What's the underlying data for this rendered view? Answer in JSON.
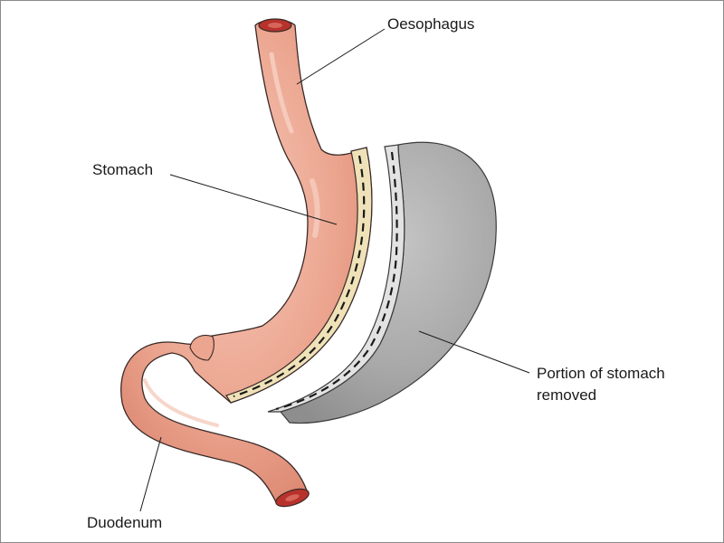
{
  "labels": {
    "oesophagus": "Oesophagus",
    "stomach": "Stomach",
    "portion_line1": "Portion of stomach",
    "portion_line2": "removed",
    "duodenum": "Duodenum"
  },
  "colors": {
    "tissue": "#e8a08a",
    "tissue_highlight": "#f4c4b4",
    "tissue_outline": "#3a2a28",
    "lumen": "#b8322c",
    "staple_band": "#f0e2b8",
    "removed_tissue": "#a8a8a8",
    "removed_band": "#e2e2e2",
    "staple": "#1a1a1a",
    "frame": "#8a8a8a"
  },
  "icons": {
    "organ": "stomach-illustration"
  }
}
